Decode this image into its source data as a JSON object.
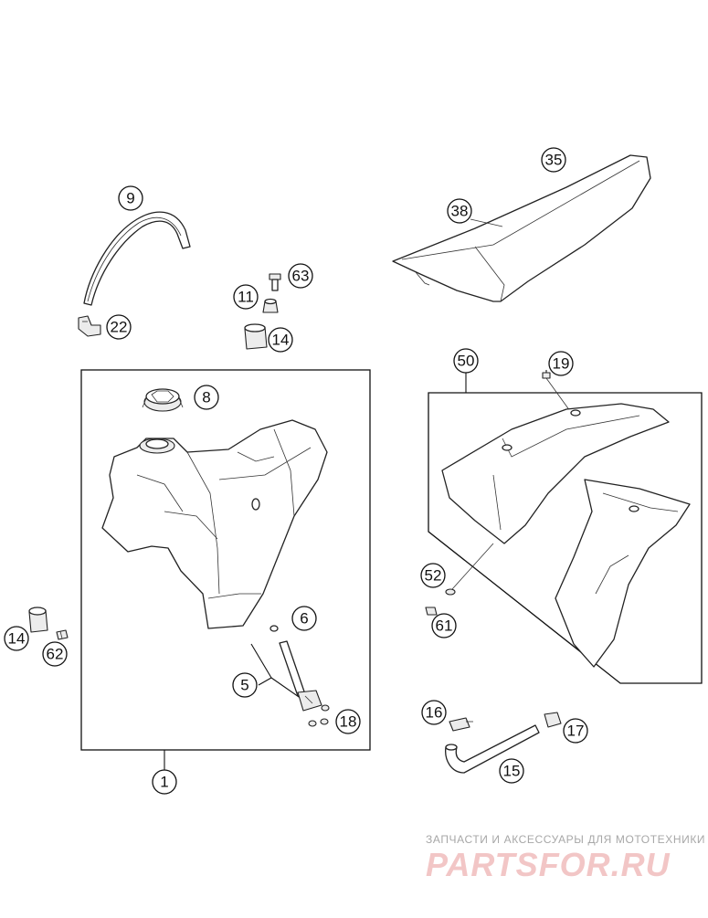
{
  "callouts": {
    "c1": "1",
    "c5": "5",
    "c6": "6",
    "c8": "8",
    "c9": "9",
    "c11": "11",
    "c14a": "14",
    "c14b": "14",
    "c15": "15",
    "c16": "16",
    "c17": "17",
    "c18": "18",
    "c19": "19",
    "c22": "22",
    "c35": "35",
    "c38": "38",
    "c50": "50",
    "c52": "52",
    "c61": "61",
    "c62": "62",
    "c63": "63"
  },
  "watermark": {
    "tagline": "ЗАПЧАСТИ И АКСЕССУАРЫ ДЛЯ МОТОТЕХНИКИ",
    "logo": "PARTSFOR.RU"
  },
  "colors": {
    "line": "#111111",
    "watermark_tagline": "#a7a7a7",
    "watermark_logo": "#f2c6c6"
  }
}
